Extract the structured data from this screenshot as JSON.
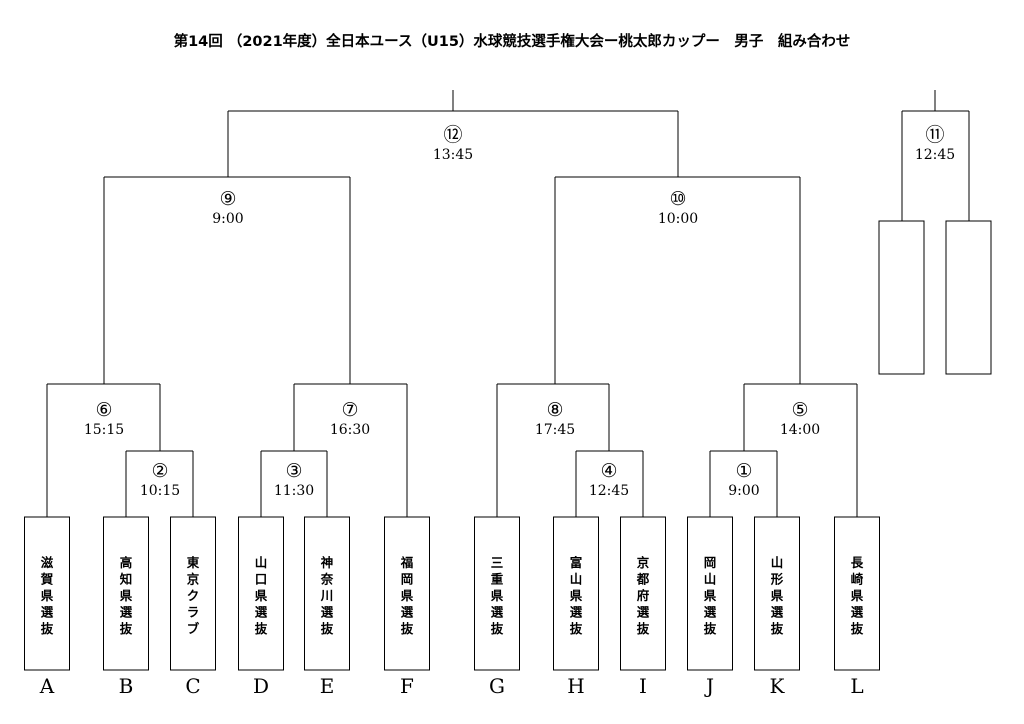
{
  "title": "第14回 （2021年度）全日本ユース（U15）水球競技選手権大会ー桃太郎カップー　男子　組み合わせ",
  "teams": [
    {
      "letter": "A",
      "name": "滋賀県選抜"
    },
    {
      "letter": "B",
      "name": "高知県選抜"
    },
    {
      "letter": "C",
      "name": "東京クラブ"
    },
    {
      "letter": "D",
      "name": "山口県選抜"
    },
    {
      "letter": "E",
      "name": "神奈川選抜"
    },
    {
      "letter": "F",
      "name": "福岡県選抜"
    },
    {
      "letter": "G",
      "name": "三重県選抜"
    },
    {
      "letter": "H",
      "name": "富山県選抜"
    },
    {
      "letter": "I",
      "name": "京都府選抜"
    },
    {
      "letter": "J",
      "name": "岡山県選抜"
    },
    {
      "letter": "K",
      "name": "山形県選抜"
    },
    {
      "letter": "L",
      "name": "長崎県選抜"
    }
  ],
  "matches": [
    {
      "id": "m1",
      "number": "①",
      "time": "9:00"
    },
    {
      "id": "m2",
      "number": "②",
      "time": "10:15"
    },
    {
      "id": "m3",
      "number": "③",
      "time": "11:30"
    },
    {
      "id": "m4",
      "number": "④",
      "time": "12:45"
    },
    {
      "id": "m5",
      "number": "⑤",
      "time": "14:00"
    },
    {
      "id": "m6",
      "number": "⑥",
      "time": "15:15"
    },
    {
      "id": "m7",
      "number": "⑦",
      "time": "16:30"
    },
    {
      "id": "m8",
      "number": "⑧",
      "time": "17:45"
    },
    {
      "id": "m9",
      "number": "⑨",
      "time": "9:00"
    },
    {
      "id": "m10",
      "number": "⑩",
      "time": "10:00"
    },
    {
      "id": "m11",
      "number": "⑪",
      "time": "12:45"
    },
    {
      "id": "m12",
      "number": "⑫",
      "time": "13:45"
    }
  ]
}
